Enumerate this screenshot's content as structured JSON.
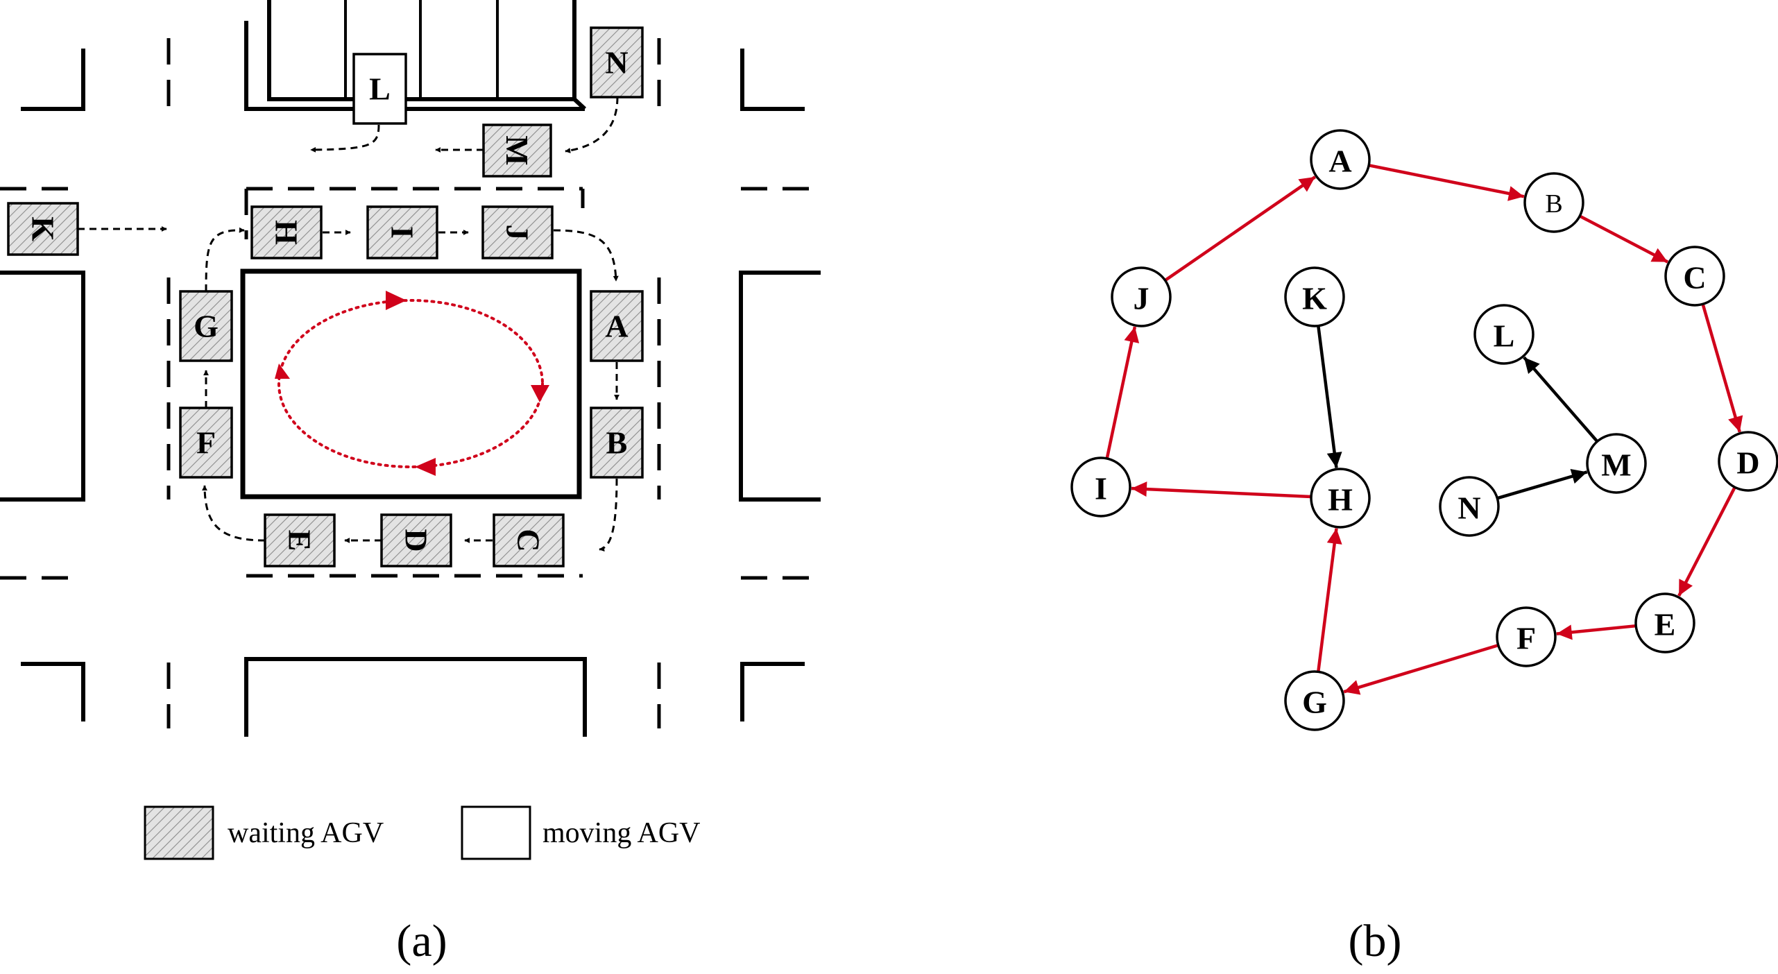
{
  "colors": {
    "ink": "#000000",
    "accent_red": "#d0021b",
    "hatch_fill": "#e3e3e3",
    "hatch_line": "#8c8c8c",
    "background": "#ffffff"
  },
  "panel_a": {
    "caption": "(a)",
    "agvs": [
      {
        "id": "A",
        "label": "A",
        "status": "waiting",
        "rotated": false
      },
      {
        "id": "B",
        "label": "B",
        "status": "waiting",
        "rotated": false
      },
      {
        "id": "C",
        "label": "C",
        "status": "waiting",
        "rotated": true
      },
      {
        "id": "D",
        "label": "D",
        "status": "waiting",
        "rotated": true
      },
      {
        "id": "E",
        "label": "E",
        "status": "waiting",
        "rotated": true
      },
      {
        "id": "F",
        "label": "F",
        "status": "waiting",
        "rotated": false
      },
      {
        "id": "G",
        "label": "G",
        "status": "waiting",
        "rotated": false
      },
      {
        "id": "H",
        "label": "H",
        "status": "waiting",
        "rotated": true
      },
      {
        "id": "I",
        "label": "I",
        "status": "waiting",
        "rotated": true
      },
      {
        "id": "J",
        "label": "J",
        "status": "waiting",
        "rotated": true
      },
      {
        "id": "K",
        "label": "K",
        "status": "waiting",
        "rotated": true
      },
      {
        "id": "L",
        "label": "L",
        "status": "moving",
        "rotated": false
      },
      {
        "id": "M",
        "label": "M",
        "status": "waiting",
        "rotated": true
      },
      {
        "id": "N",
        "label": "N",
        "status": "waiting",
        "rotated": false
      }
    ],
    "legend": {
      "waiting_label": "waiting AGV",
      "moving_label": "moving AGV"
    }
  },
  "panel_b": {
    "caption": "(b)",
    "nodes": [
      {
        "id": "A",
        "label": "A"
      },
      {
        "id": "B",
        "label": "B"
      },
      {
        "id": "C",
        "label": "C"
      },
      {
        "id": "D",
        "label": "D"
      },
      {
        "id": "E",
        "label": "E"
      },
      {
        "id": "F",
        "label": "F"
      },
      {
        "id": "G",
        "label": "G"
      },
      {
        "id": "H",
        "label": "H"
      },
      {
        "id": "I",
        "label": "I"
      },
      {
        "id": "J",
        "label": "J"
      },
      {
        "id": "K",
        "label": "K"
      },
      {
        "id": "L",
        "label": "L"
      },
      {
        "id": "M",
        "label": "M"
      },
      {
        "id": "N",
        "label": "N"
      }
    ],
    "edges": [
      {
        "from": "A",
        "to": "B",
        "color": "red"
      },
      {
        "from": "B",
        "to": "C",
        "color": "red"
      },
      {
        "from": "C",
        "to": "D",
        "color": "red"
      },
      {
        "from": "D",
        "to": "E",
        "color": "red"
      },
      {
        "from": "E",
        "to": "F",
        "color": "red"
      },
      {
        "from": "F",
        "to": "G",
        "color": "red"
      },
      {
        "from": "G",
        "to": "H",
        "color": "red"
      },
      {
        "from": "H",
        "to": "I",
        "color": "red"
      },
      {
        "from": "I",
        "to": "J",
        "color": "red"
      },
      {
        "from": "J",
        "to": "A",
        "color": "red"
      },
      {
        "from": "K",
        "to": "H",
        "color": "black"
      },
      {
        "from": "N",
        "to": "M",
        "color": "black"
      },
      {
        "from": "M",
        "to": "L",
        "color": "black"
      }
    ]
  }
}
